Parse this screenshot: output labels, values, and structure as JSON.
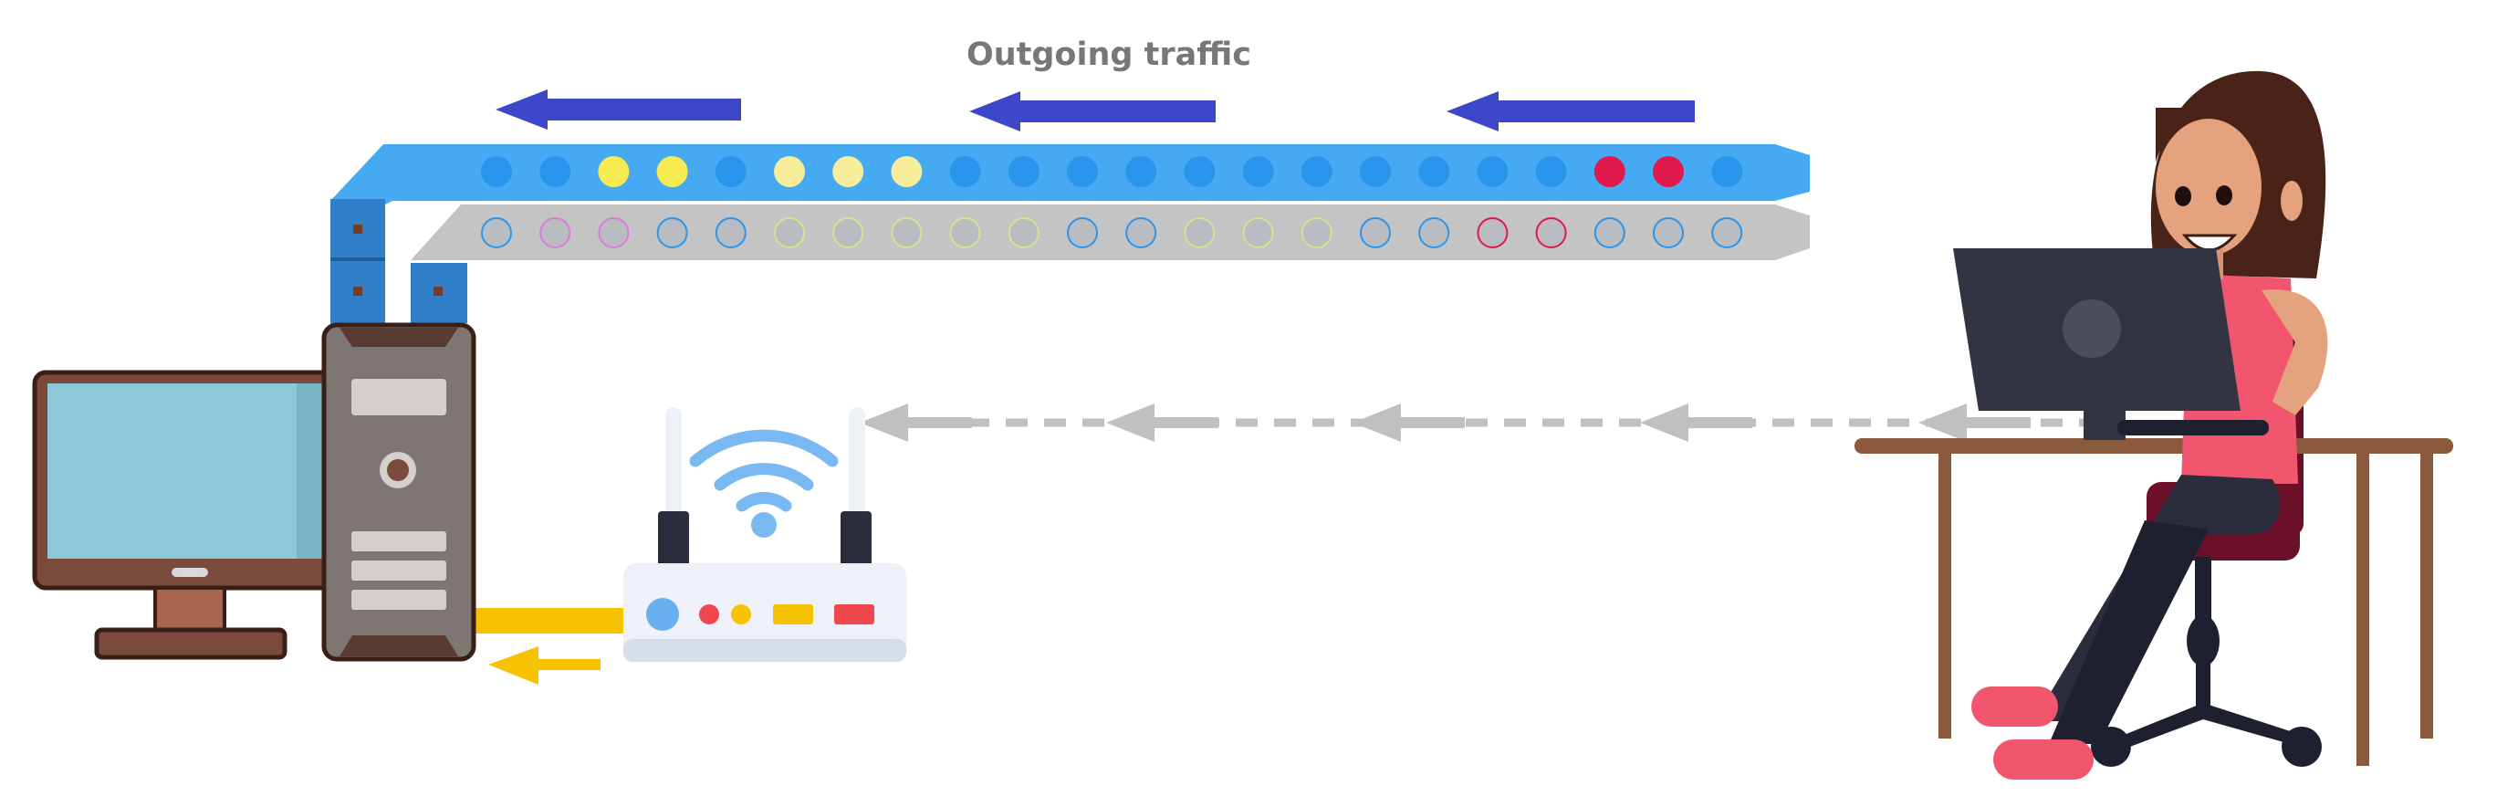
{
  "diagram": {
    "title": "Outgoing traffic",
    "colors": {
      "pipe_top": "#45aaf2",
      "pipe_bottom": "#c4c4c4",
      "connector": "#2f80c8",
      "arrow_blue": "#3c47c9",
      "arrow_gray": "#c0c0c0",
      "arrow_yellow": "#f7c300",
      "monitor_frame": "#7a4a3c",
      "screen": "#8ec8d8",
      "tower": "#7d7672",
      "router": "#eef2f8",
      "laptop": "#323442",
      "desk": "#8b5a3c",
      "shirt": "#f2566f",
      "hair": "#4a2318",
      "skin": "#e4a27e",
      "chair": "#6b1028",
      "pants": "#2b2d3c"
    },
    "top_packets": [
      "blue",
      "blue",
      "yellow",
      "yellow",
      "blue",
      "lightyellow",
      "lightyellow",
      "lightyellow",
      "blue",
      "blue",
      "blue",
      "blue",
      "blue",
      "blue",
      "blue",
      "blue",
      "blue",
      "blue",
      "blue",
      "red",
      "red",
      "blue"
    ],
    "bottom_packets": [
      "blue",
      "pink",
      "pink",
      "blue",
      "blue",
      "green",
      "green",
      "green",
      "green",
      "green",
      "blue",
      "blue",
      "green",
      "green",
      "green",
      "blue",
      "blue",
      "red",
      "red",
      "blue",
      "blue",
      "blue"
    ],
    "packet_colors": {
      "blue": "#2a95ec",
      "yellow": "#f7eb52",
      "lightyellow": "#f7ed9a",
      "red": "#e0194d",
      "pink": "#d77ed6",
      "green": "#d7e28f"
    }
  }
}
